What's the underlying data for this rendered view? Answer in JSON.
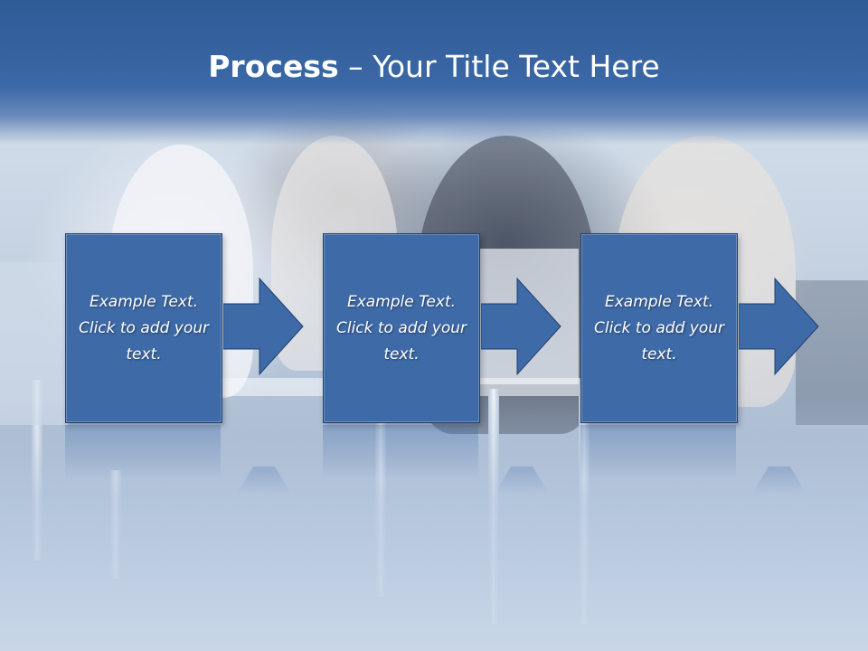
{
  "slide": {
    "title_bold": "Process",
    "title_rest": " – Your Title Text Here",
    "steps": [
      {
        "text": "Example Text. Click  to add your text."
      },
      {
        "text": "Example Text. Click  to add your text."
      },
      {
        "text": "Example Text. Click  to add your text."
      }
    ]
  },
  "colors": {
    "header": "#3b68a6",
    "box_fill": "#3e6aa8",
    "box_border": "#1f3f6d",
    "text": "#ffffff"
  },
  "background": {
    "icon": "business-meeting-photo"
  }
}
